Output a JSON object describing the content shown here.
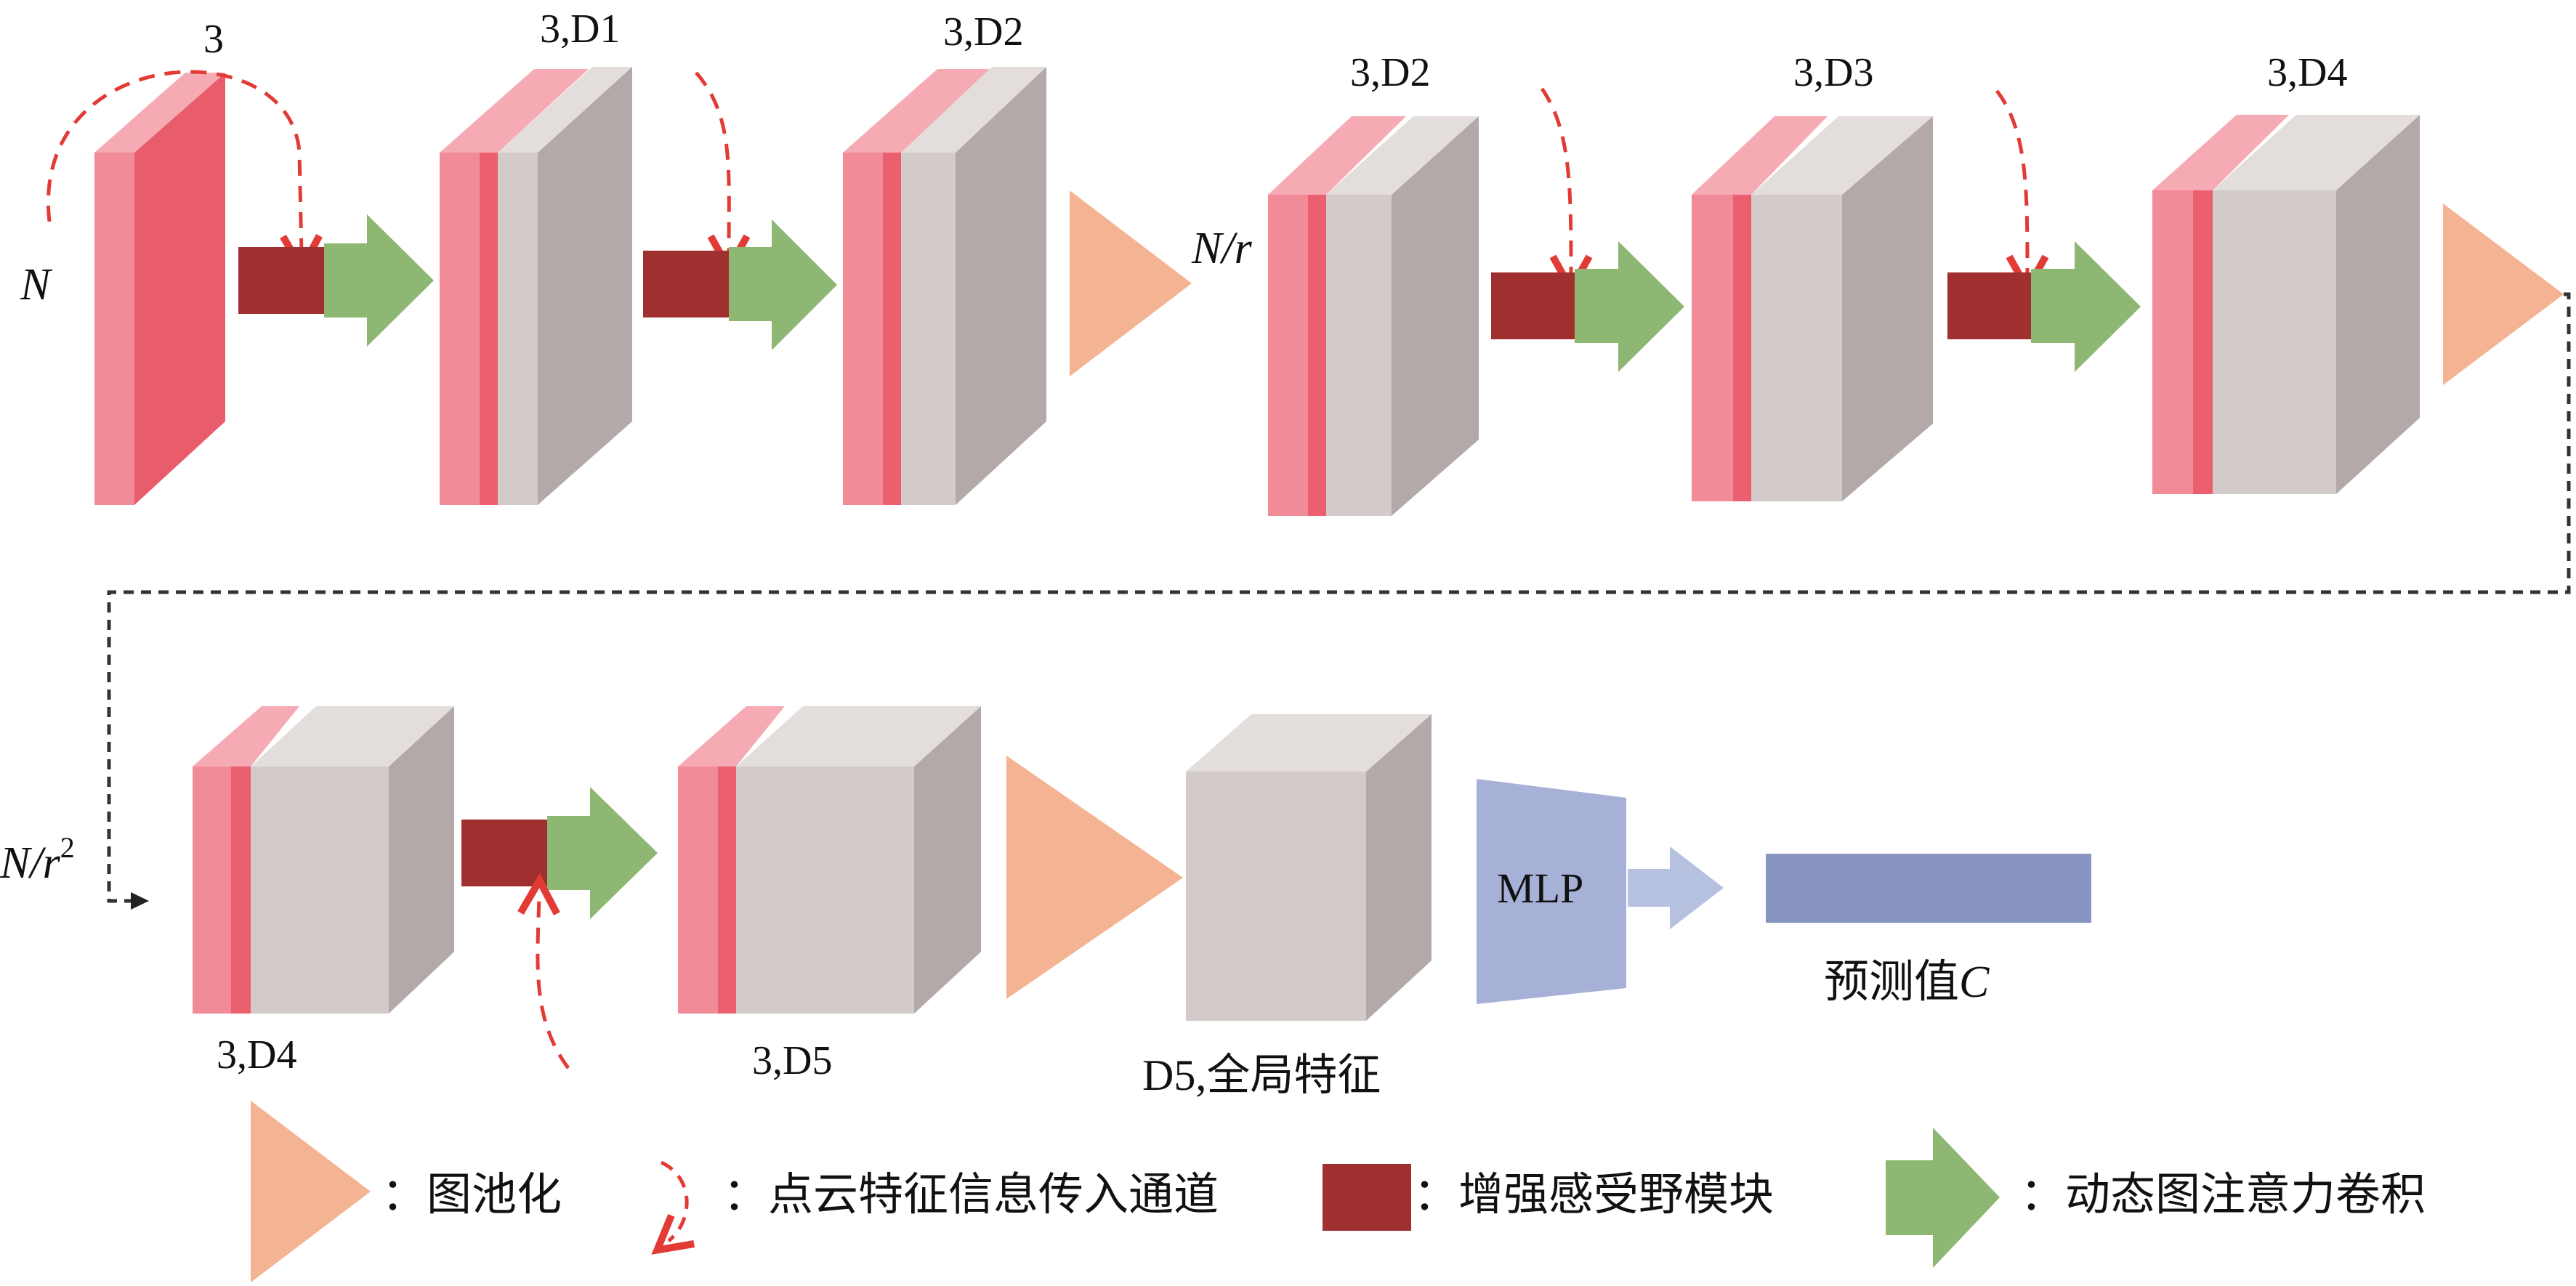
{
  "labels": {
    "input_channels": "3",
    "input_points": "N",
    "l1_block": "3,D1",
    "l2_block": "3,D2",
    "l3_block": "3,D2",
    "l3_points": "N/r",
    "l4_block": "3,D3",
    "l5_block": "3,D4",
    "r2_points_base": "N/r",
    "r2_points_exp": "2",
    "r2_block1": "3,D4",
    "r2_block2": "3,D5",
    "global_feature": "D5,全局特征",
    "mlp": "MLP",
    "prediction": "预测值",
    "prediction_var": "C"
  },
  "legend": {
    "pooling": "：图池化",
    "info_channel": "：点云特征信息传入通道",
    "receptive_module": "：增强感受野模块",
    "attention_conv": "：动态图注意力卷积"
  },
  "colors": {
    "pink_light": "#F28B98",
    "pink_mid": "#EB5F6E",
    "pink_top": "#F6AAB3",
    "gray_front": "#D2CBCA",
    "gray_side": "#B2A9A8",
    "gray_top": "#E3DEDC",
    "dark_red": "#A03030",
    "green": "#8DB773",
    "orange": "#F4B494",
    "mlp": "#A7B1D8",
    "output_bar": "#8895C0",
    "dash_red": "#E23B35"
  }
}
